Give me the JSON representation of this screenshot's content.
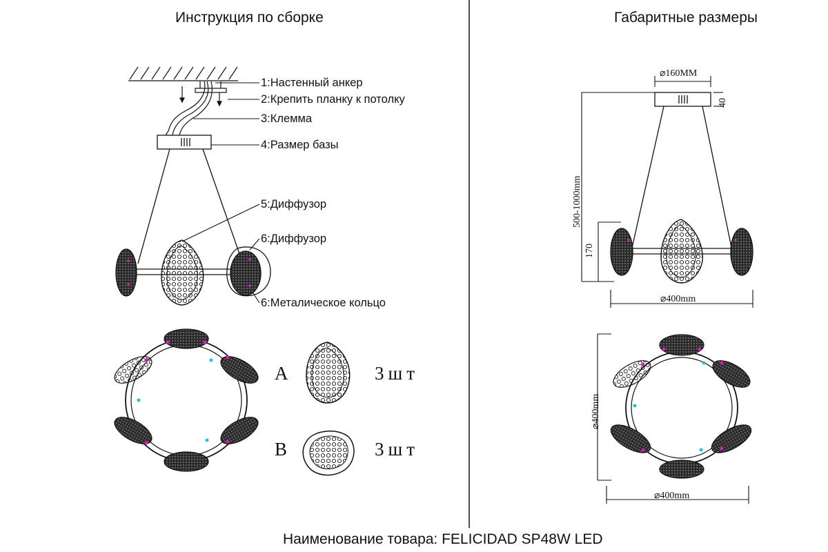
{
  "left_section": {
    "title": "Инструкция по сборке",
    "callouts": [
      "1:Настенный анкер",
      "2:Крепить планку к потолку",
      "3:Клемма",
      "4:Размер базы",
      "5:Диффузор",
      "6:Диффузор",
      "6:Металическое кольцо"
    ],
    "parts": [
      {
        "letter": "A",
        "quantity": "3шт"
      },
      {
        "letter": "B",
        "quantity": "3шт"
      }
    ]
  },
  "right_section": {
    "title": "Габаритные размеры",
    "dimensions": {
      "base_diameter": "⌀160MM",
      "base_height": "40",
      "suspension_length": "500-1000mm",
      "shade_height": "170",
      "side_width": "⌀400mm",
      "top_height": "⌀400mm",
      "top_width": "⌀400mm"
    }
  },
  "footer": {
    "product_name": "Наименование товара: FELICIDAD SP48W LED"
  },
  "colors": {
    "line": "#111111",
    "accent_magenta": "#d61cc4",
    "accent_cyan": "#22c1d6"
  }
}
